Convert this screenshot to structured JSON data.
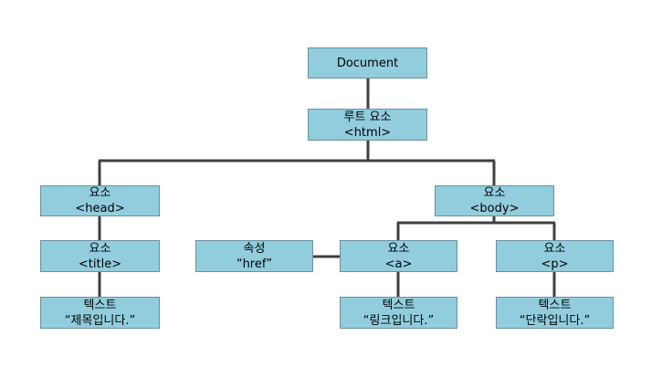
{
  "diagram": {
    "colors": {
      "node_fill": "#92cddd",
      "node_border": "#6a8fa0",
      "connector": "#404040"
    },
    "nodes": {
      "document": {
        "label": "Document"
      },
      "root": {
        "line1": "루트 요소",
        "line2": "<html>"
      },
      "head": {
        "line1": "요소",
        "line2": "<head>"
      },
      "body": {
        "line1": "요소",
        "line2": "<body>"
      },
      "title": {
        "line1": "요소",
        "line2": "<title>"
      },
      "attr": {
        "line1": "속성",
        "line2": "“href”"
      },
      "a": {
        "line1": "요소",
        "line2": "<a>"
      },
      "p": {
        "line1": "요소",
        "line2": "<p>"
      },
      "text_title": {
        "line1": "텍스트",
        "line2": "“제목입니다.”"
      },
      "text_a": {
        "line1": "텍스트",
        "line2": "“링크입니다.”"
      },
      "text_p": {
        "line1": "텍스트",
        "line2": "“단락입니다.”"
      }
    }
  }
}
